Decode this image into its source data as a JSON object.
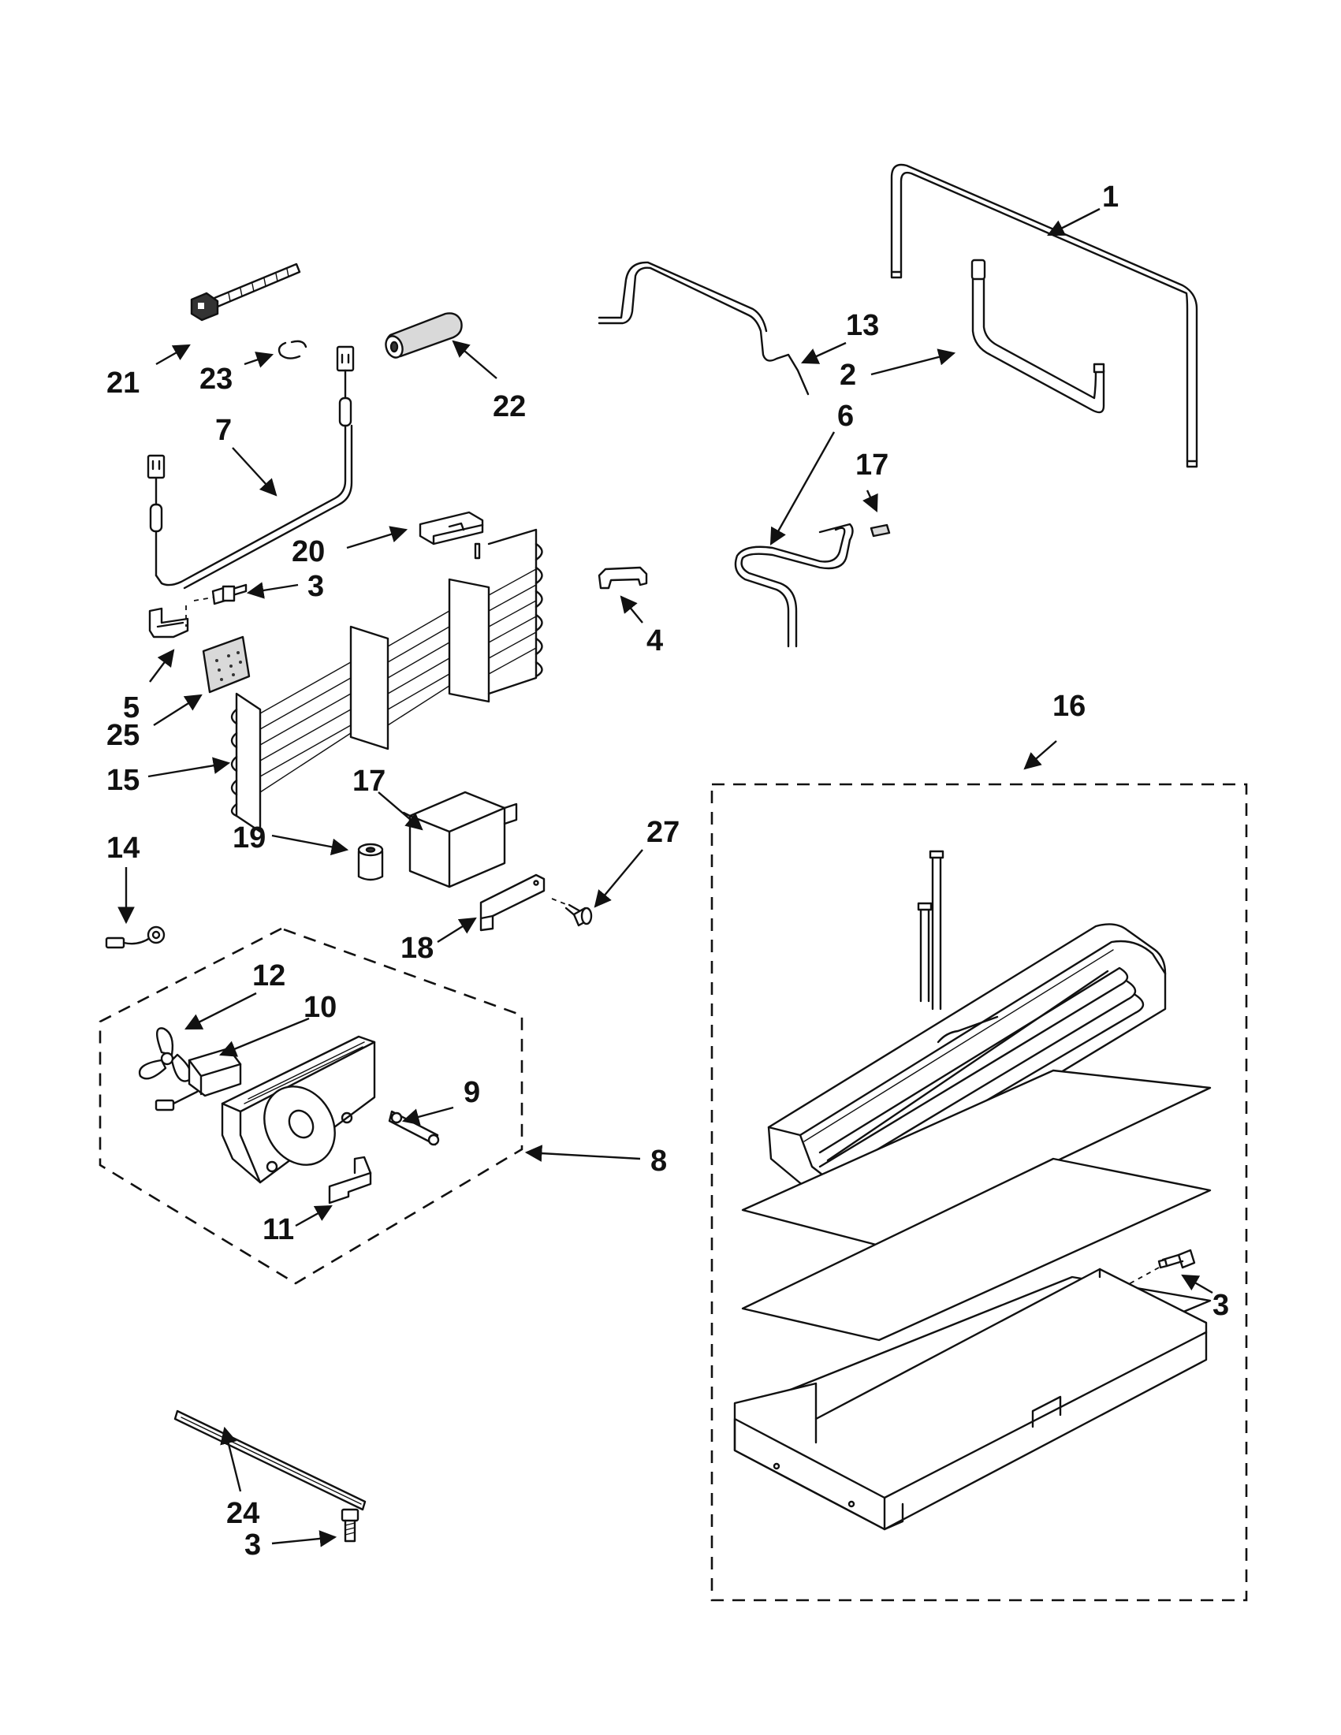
{
  "callouts": [
    {
      "id": "c1",
      "text": "1"
    },
    {
      "id": "c2",
      "text": "2"
    },
    {
      "id": "c3a",
      "text": "3"
    },
    {
      "id": "c3b",
      "text": "3"
    },
    {
      "id": "c3c",
      "text": "3"
    },
    {
      "id": "c4",
      "text": "4"
    },
    {
      "id": "c5",
      "text": "5"
    },
    {
      "id": "c6",
      "text": "6"
    },
    {
      "id": "c7",
      "text": "7"
    },
    {
      "id": "c8",
      "text": "8"
    },
    {
      "id": "c9",
      "text": "9"
    },
    {
      "id": "c10",
      "text": "10"
    },
    {
      "id": "c11",
      "text": "11"
    },
    {
      "id": "c12",
      "text": "12"
    },
    {
      "id": "c13",
      "text": "13"
    },
    {
      "id": "c14",
      "text": "14"
    },
    {
      "id": "c15",
      "text": "15"
    },
    {
      "id": "c16",
      "text": "16"
    },
    {
      "id": "c17a",
      "text": "17"
    },
    {
      "id": "c17b",
      "text": "17"
    },
    {
      "id": "c18",
      "text": "18"
    },
    {
      "id": "c19",
      "text": "19"
    },
    {
      "id": "c20",
      "text": "20"
    },
    {
      "id": "c21",
      "text": "21"
    },
    {
      "id": "c22",
      "text": "22"
    },
    {
      "id": "c23",
      "text": "23"
    },
    {
      "id": "c24",
      "text": "24"
    },
    {
      "id": "c25",
      "text": "25"
    },
    {
      "id": "c27",
      "text": "27"
    }
  ]
}
